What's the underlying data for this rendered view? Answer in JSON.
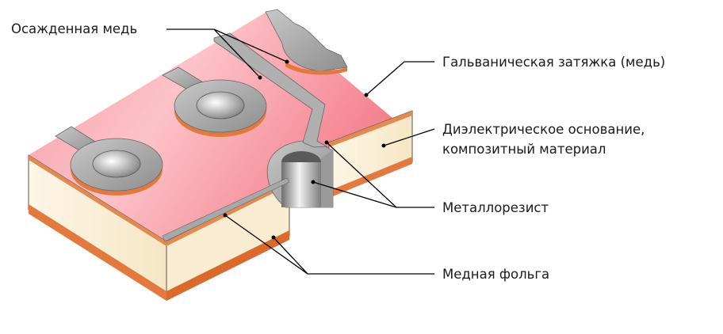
{
  "labels": {
    "deposited_copper": "Осажденная медь",
    "galvanic_plating": "Гальваническая затяжка (медь)",
    "dielectric_line1": "Диэлектрическое основание,",
    "dielectric_line2": "композитный материал",
    "metal_resist": "Металлорезист",
    "copper_foil": "Медная фольга"
  },
  "colors": {
    "board_top": "#f6a0a8",
    "dielectric": "#fbf1dc",
    "copper": "#e27a3f",
    "metal_resist": "#a4a4a4",
    "leader": "#000000"
  }
}
